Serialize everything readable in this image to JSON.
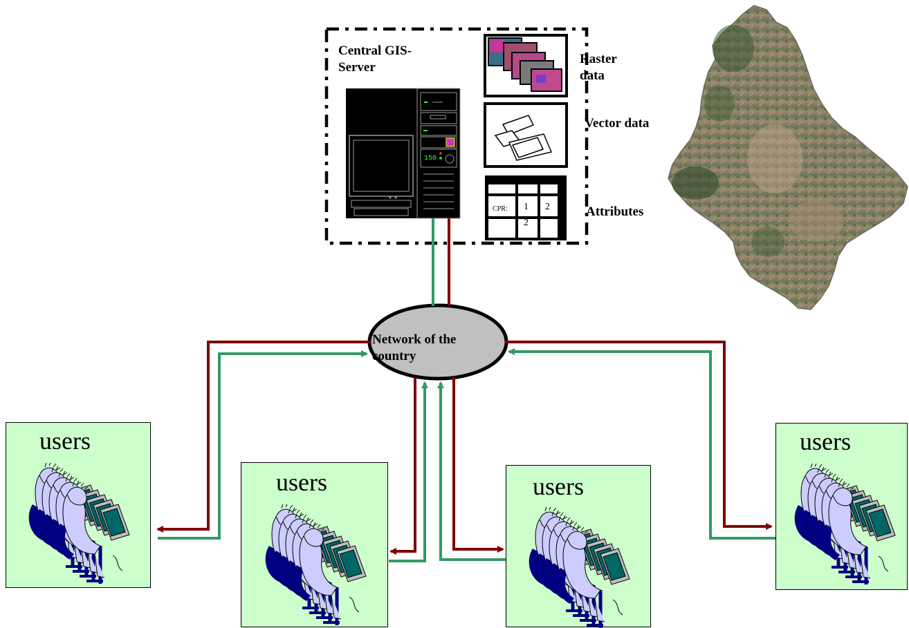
{
  "server": {
    "title": "Central GIS-\nServer",
    "screen_readout": "150"
  },
  "data_panels": {
    "raster_label": "Raster\ndata",
    "vector_label": "Vector data",
    "attributes_label": "Attributes",
    "table_cells": [
      "CPR:",
      "1",
      "2",
      "2"
    ]
  },
  "network": {
    "label": "Network of the\ncountry"
  },
  "users": {
    "label": "users"
  },
  "colors": {
    "request_line": "#7f0000",
    "response_line": "#339966",
    "user_box_fill": "#ccffcc",
    "network_fill": "#c0c0c0",
    "user_figure": "#ccccff",
    "user_chair": "#000080",
    "user_monitor": "#006666"
  }
}
